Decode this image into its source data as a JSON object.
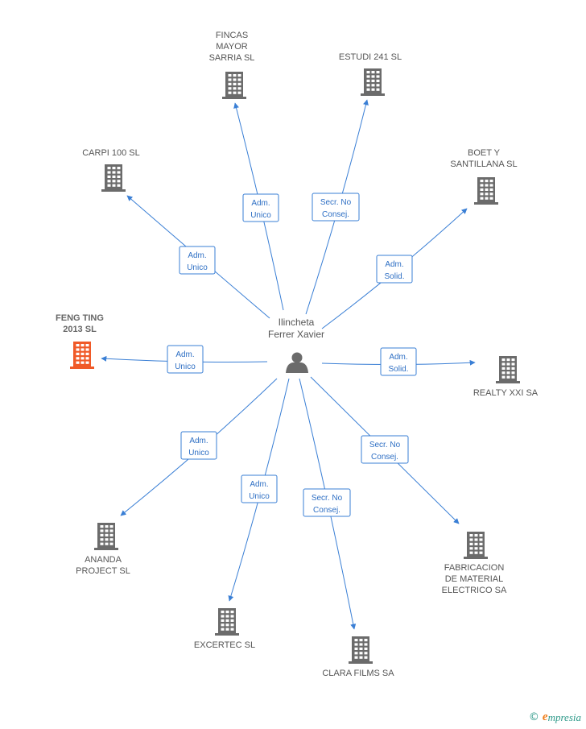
{
  "colors": {
    "edge": "#3a7fd5",
    "company": "#6b6b6b",
    "highlight": "#f05a28",
    "person": "#6b6b6b"
  },
  "center": {
    "name_line1": "Ilincheta",
    "name_line2": "Ferrer Xavier",
    "icon": "person-icon"
  },
  "companies": [
    {
      "id": "fincas",
      "lines": [
        "FINCAS",
        "MAYOR",
        "SARRIA SL"
      ],
      "role": [
        "Adm.",
        "Unico"
      ],
      "highlight": false
    },
    {
      "id": "estudi",
      "lines": [
        "ESTUDI 241 SL"
      ],
      "role": [
        "Secr.  No",
        "Consej."
      ],
      "highlight": false
    },
    {
      "id": "carpi",
      "lines": [
        "CARPI 100  SL"
      ],
      "role": [
        "Adm.",
        "Unico"
      ],
      "highlight": false
    },
    {
      "id": "boet",
      "lines": [
        "BOET Y",
        "SANTILLANA SL"
      ],
      "role": [
        "Adm.",
        "Solid."
      ],
      "highlight": false
    },
    {
      "id": "feng",
      "lines": [
        "FENG TING",
        "2013  SL"
      ],
      "role": [
        "Adm.",
        "Unico"
      ],
      "highlight": true
    },
    {
      "id": "realty",
      "lines": [
        "REALTY XXI SA"
      ],
      "role": [
        "Adm.",
        "Solid."
      ],
      "highlight": false
    },
    {
      "id": "ananda",
      "lines": [
        "ANANDA",
        "PROJECT SL"
      ],
      "role": [
        "Adm.",
        "Unico"
      ],
      "highlight": false
    },
    {
      "id": "fabricacion",
      "lines": [
        "FABRICACION",
        "DE MATERIAL",
        "ELECTRICO SA"
      ],
      "role": [
        "Secr.  No",
        "Consej."
      ],
      "highlight": false
    },
    {
      "id": "excertec",
      "lines": [
        "EXCERTEC SL"
      ],
      "role": [
        "Adm.",
        "Unico"
      ],
      "highlight": false
    },
    {
      "id": "clara",
      "lines": [
        "CLARA FILMS SA"
      ],
      "role": [
        "Secr.  No",
        "Consej."
      ],
      "highlight": false
    }
  ],
  "footer": {
    "copyright": "©",
    "brand_first": "e",
    "brand_rest": "mpresia"
  }
}
